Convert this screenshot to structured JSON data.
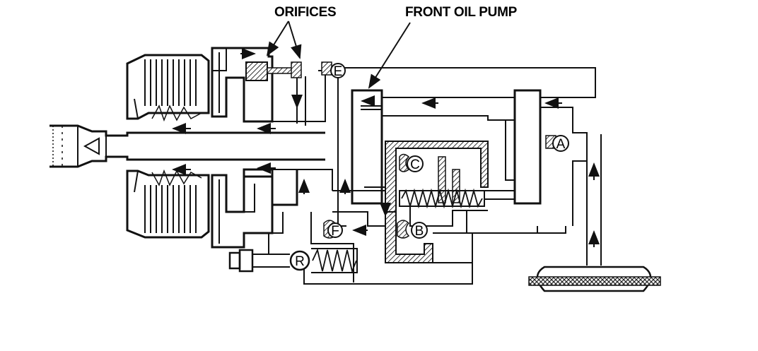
{
  "labels": {
    "orifices": "ORIFICES",
    "front_oil_pump": "FRONT OIL PUMP"
  },
  "valves": {
    "a": "A",
    "b": "B",
    "c": "C",
    "e": "E",
    "f": "F",
    "r": "R"
  },
  "colors": {
    "ink": "#111111",
    "paper": "#ffffff",
    "hatch": "#555555"
  }
}
